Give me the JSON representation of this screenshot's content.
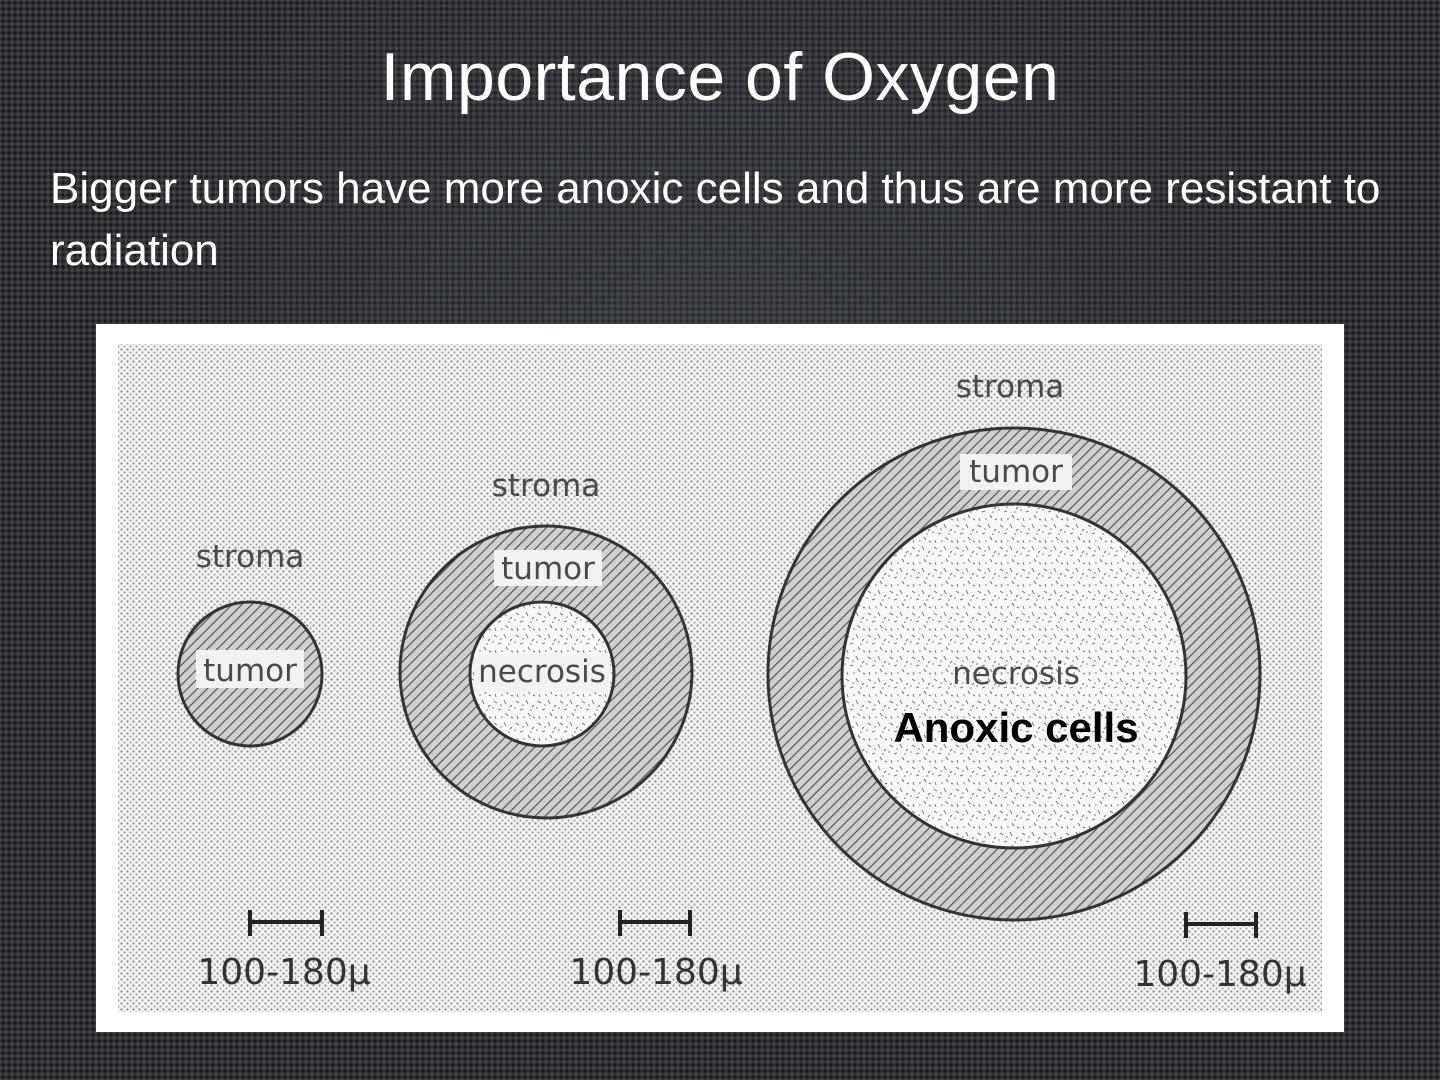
{
  "slide": {
    "title": "Importance of Oxygen",
    "body": "Bigger tumors have more anoxic cells and thus are more resistant to radiation"
  },
  "diagram": {
    "tumors": [
      {
        "stroma_label": "stroma",
        "tumor_label": "tumor",
        "necrosis_label": "",
        "scale_label": "100-180μ"
      },
      {
        "stroma_label": "stroma",
        "tumor_label": "tumor",
        "necrosis_label": "necrosis",
        "scale_label": "100-180μ"
      },
      {
        "stroma_label": "stroma",
        "tumor_label": "tumor",
        "necrosis_label": "necrosis",
        "scale_label": "100-180μ"
      }
    ],
    "annotation": "Anoxic cells"
  },
  "colors": {
    "slide_background": "#2e3034",
    "title_text": "#ffffff",
    "figure_background": "#ffffff"
  }
}
